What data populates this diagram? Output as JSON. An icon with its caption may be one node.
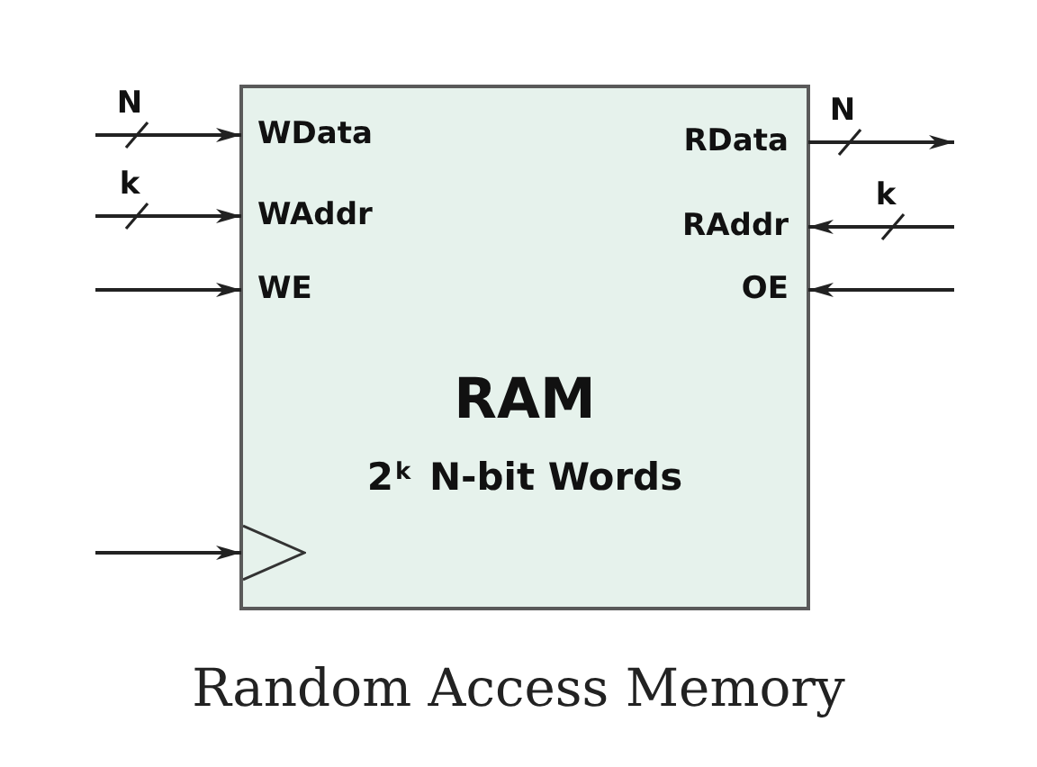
{
  "diagram": {
    "caption": "Random Access Memory",
    "nodes": [
      {
        "text": [
          "RAM",
          "2$^{k}$ N-bit Words"
        ]
      },
      {
        "text": [
          "WData"
        ],
        "in": 0
      },
      {
        "text": [
          "WAddr"
        ],
        "in": 0
      },
      {
        "text": [
          "WE"
        ],
        "in": 0
      },
      {
        "text": [
          "RData"
        ],
        "in": 0
      },
      {
        "text": [
          "RAddr"
        ],
        "in": 0
      },
      {
        "text": [
          "OE"
        ],
        "in": 0
      },
      {
        "text": [],
        "shape": "triangle",
        "in": 0
      }
    ],
    "edges": [
      {
        "from": null,
        "to": 1,
        "arrow": "to",
        "label": "N"
      },
      {
        "from": null,
        "to": 2,
        "arrow": "to",
        "label": "k"
      },
      {
        "from": null,
        "to": 3,
        "arrow": "to"
      },
      {
        "from": 4,
        "to": null,
        "arrow": "to",
        "label": "N"
      },
      {
        "from": null,
        "to": 5,
        "arrow": "to",
        "label": "k"
      },
      {
        "from": null,
        "to": 6,
        "arrow": "to"
      },
      {
        "from": null,
        "to": 7,
        "arrow": "to"
      }
    ]
  }
}
